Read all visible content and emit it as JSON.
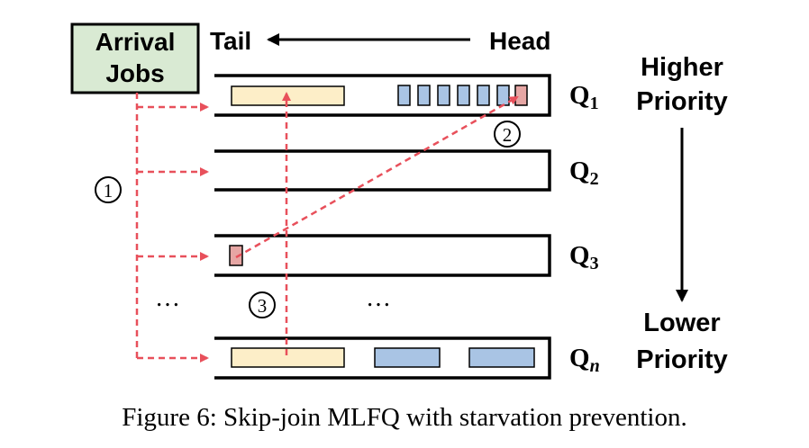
{
  "arrival_box": {
    "line1": "Arrival",
    "line2": "Jobs",
    "fill": "#d9ead3"
  },
  "direction": {
    "tail": "Tail",
    "head": "Head"
  },
  "queues": [
    {
      "letter": "Q",
      "sub": "1"
    },
    {
      "letter": "Q",
      "sub": "2"
    },
    {
      "letter": "Q",
      "sub": "3"
    },
    {
      "letter": "Q",
      "sub": "n"
    }
  ],
  "priority": {
    "higher_line1": "Higher",
    "higher_line2": "Priority",
    "lower_line1": "Lower",
    "lower_line2": "Priority"
  },
  "steps": {
    "one": "1",
    "two": "2",
    "three": "3"
  },
  "ellipsis": "…",
  "colors": {
    "arrow_red": "#e8505b",
    "job_yellow": "#fdeec8",
    "job_blue": "#a9c4e4",
    "job_red": "#e6a6a4"
  },
  "caption": "Figure 6: Skip-join MLFQ with starvation prevention."
}
